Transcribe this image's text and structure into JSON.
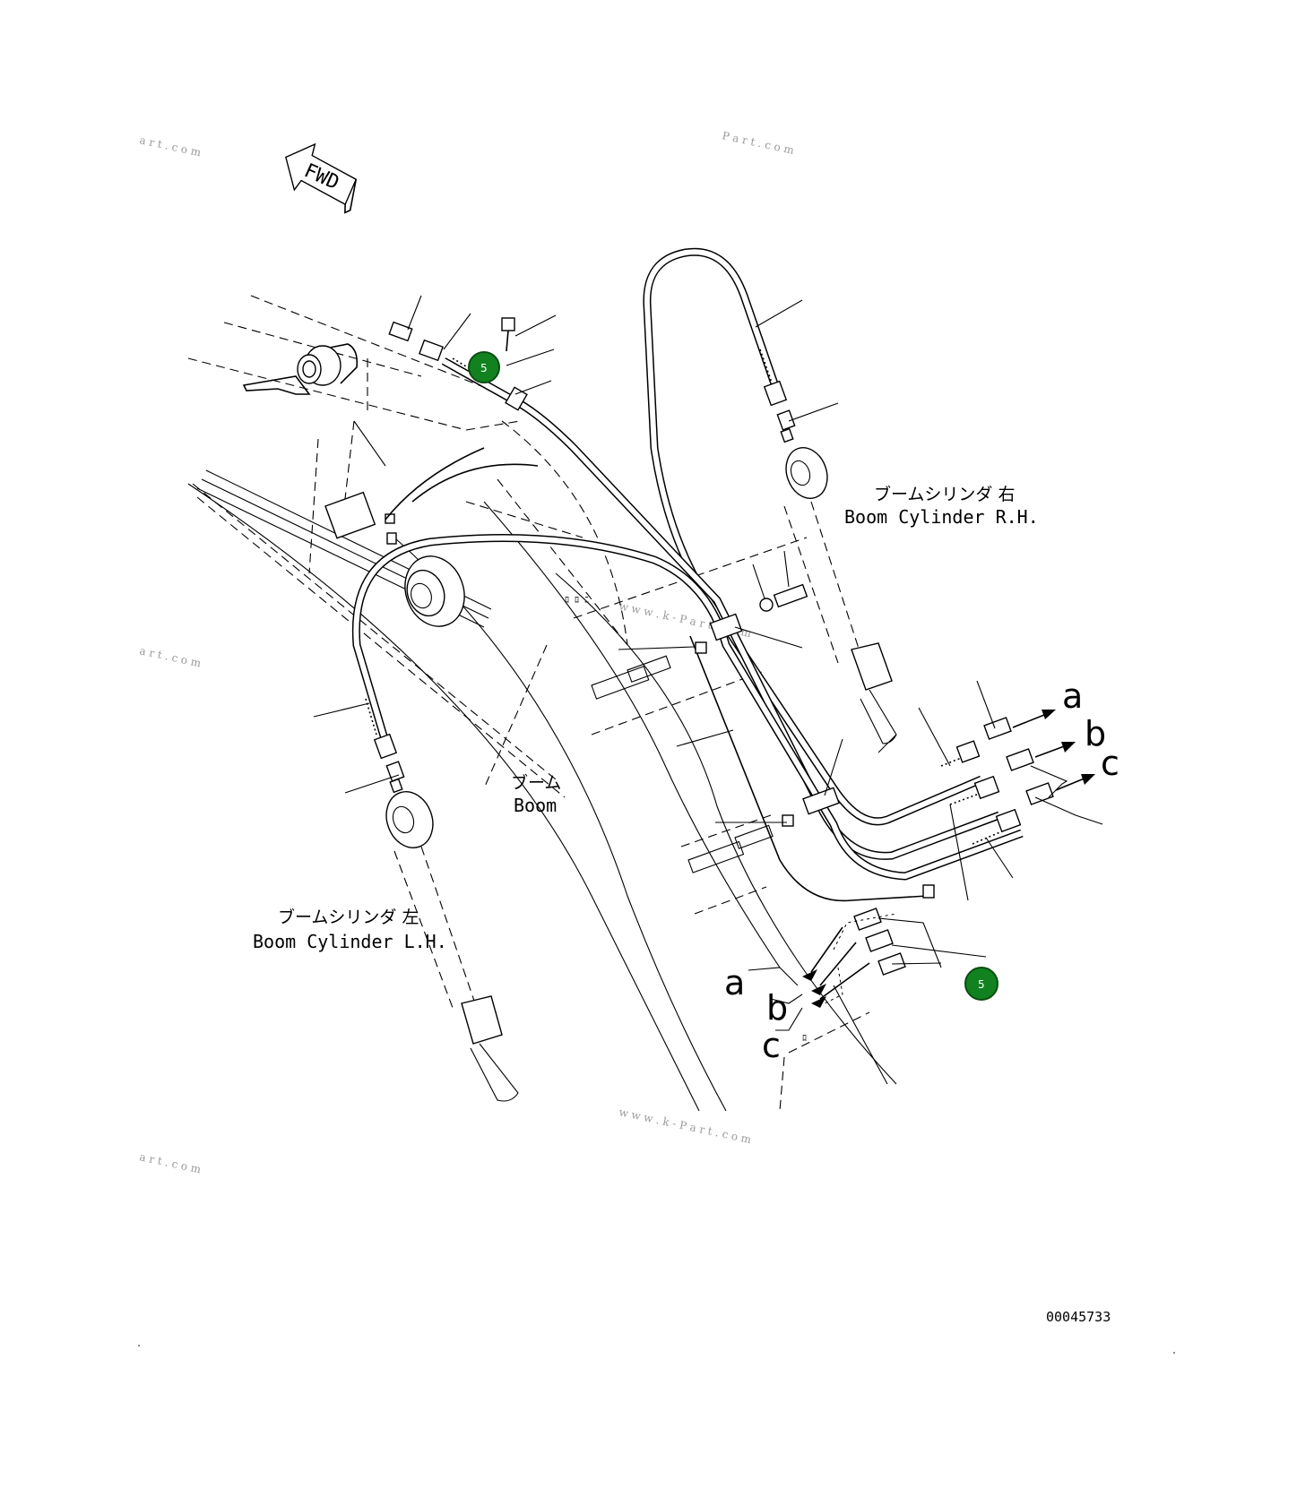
{
  "direction_marker": {
    "text": "FWD"
  },
  "labels": {
    "boom_cylinder_rh_jp": "ブームシリンダ 右",
    "boom_cylinder_rh_en": "Boom Cylinder R.H.",
    "boom_jp": "ブーム",
    "boom_en": "Boom",
    "boom_cylinder_lh_jp": "ブームシリンダ 左",
    "boom_cylinder_lh_en": "Boom Cylinder L.H.",
    "conn_a_right": "a",
    "conn_b_right": "b",
    "conn_c_right": "c",
    "conn_a_left": "a",
    "conn_b_left": "b",
    "conn_c_left": "c"
  },
  "callouts": [
    {
      "number": "5"
    },
    {
      "number": "5"
    }
  ],
  "drawing_number": "00045733",
  "watermarks": [
    "a r t . c o m",
    "P a r t . c o m",
    "a r t . c o m",
    "w w w . k - P a r t . c o m",
    "w w w . k - P a r t . c o m",
    "a r t . c o m"
  ],
  "colors": {
    "callout_fill": "#11821f",
    "line": "#000000",
    "background": "#ffffff"
  }
}
